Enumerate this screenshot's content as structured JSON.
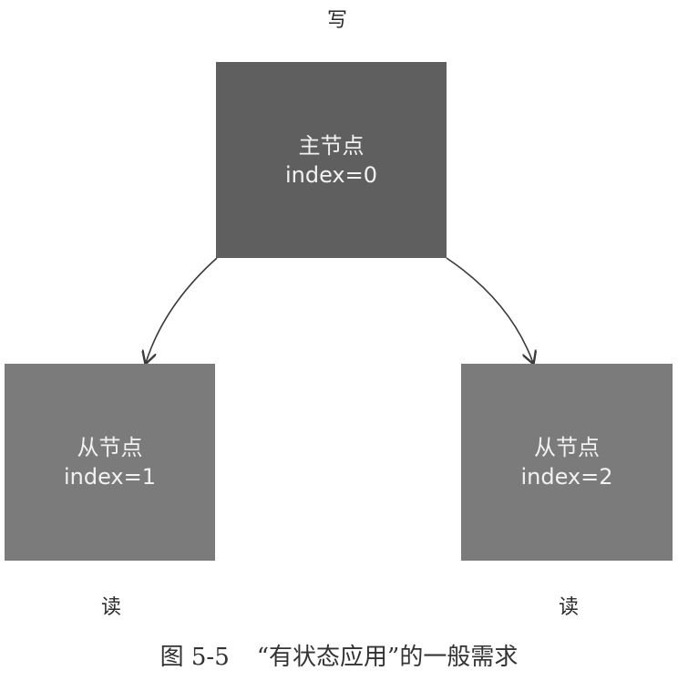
{
  "labels": {
    "write": "写",
    "read_left": "读",
    "read_right": "读"
  },
  "nodes": {
    "master": {
      "title": "主节点",
      "index": "index=0"
    },
    "slave1": {
      "title": "从节点",
      "index": "index=1"
    },
    "slave2": {
      "title": "从节点",
      "index": "index=2"
    }
  },
  "caption": {
    "figure_number": "图 5-5",
    "text": "“有状态应用”的一般需求"
  },
  "colors": {
    "master_fill": "#5f5f5f",
    "slave_fill": "#7b7b7b",
    "arrow": "#3a3a3a"
  }
}
